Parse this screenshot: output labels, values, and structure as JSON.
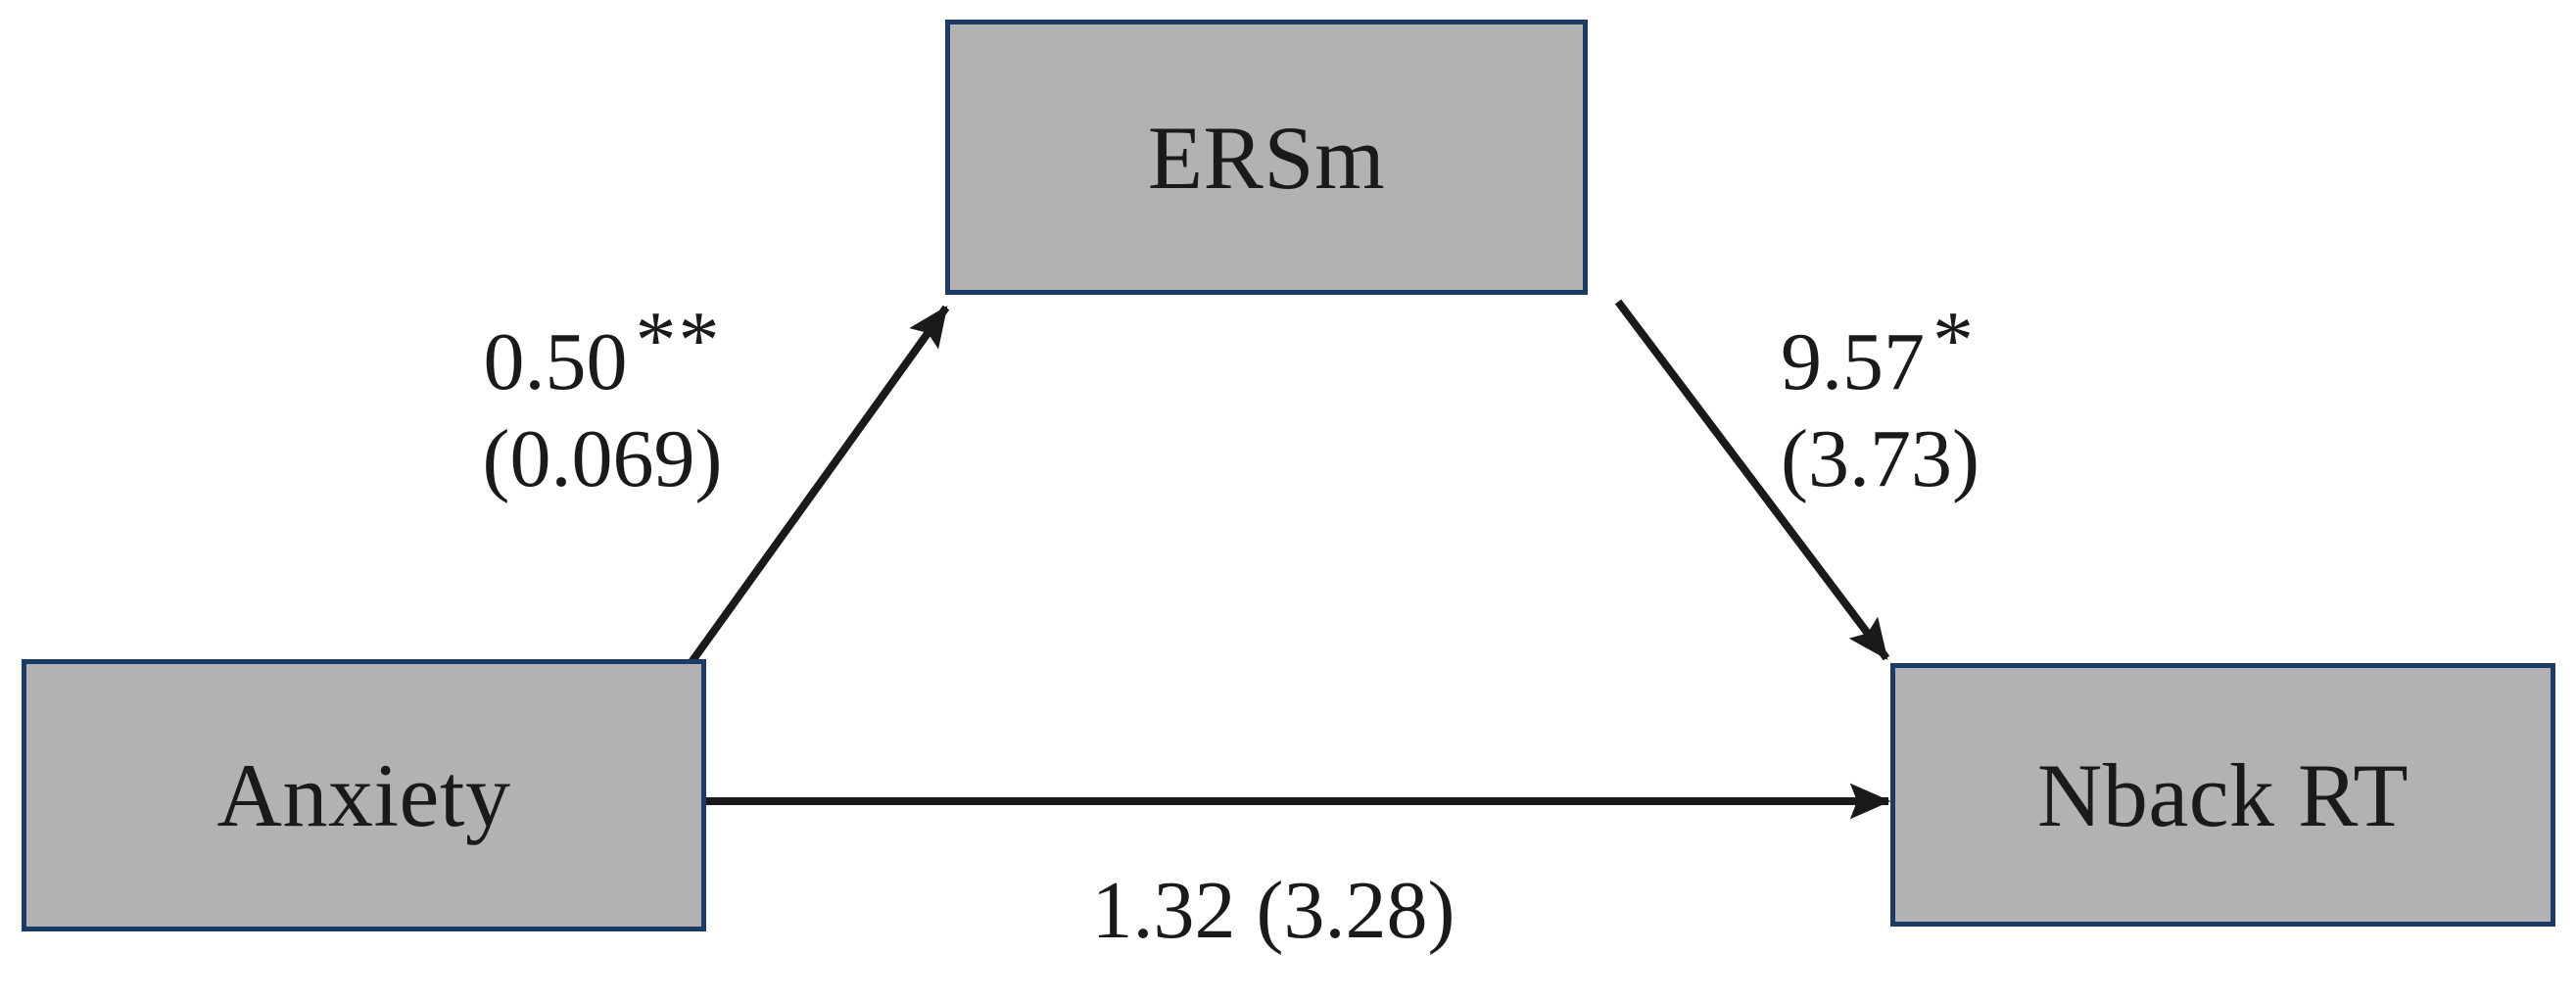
{
  "diagram": {
    "type": "mediation-path-diagram",
    "nodes": [
      {
        "id": "anxiety",
        "label": "Anxiety",
        "role": "predictor"
      },
      {
        "id": "ersm",
        "label": "ERSm",
        "role": "mediator"
      },
      {
        "id": "nback",
        "label": "Nback RT",
        "role": "outcome"
      }
    ],
    "edges": [
      {
        "id": "a-path",
        "from": "Anxiety",
        "to": "ERSm",
        "coefficient": "0.50",
        "stars": "**",
        "standard_error": "(0.069)"
      },
      {
        "id": "b-path",
        "from": "ERSm",
        "to": "Nback RT",
        "coefficient": "9.57",
        "stars": "*",
        "standard_error": "(3.73)"
      },
      {
        "id": "c-path",
        "from": "Anxiety",
        "to": "Nback RT",
        "coefficient": "1.32 (3.28)",
        "stars": "",
        "standard_error": ""
      }
    ],
    "colors": {
      "box_fill": "#b3b1b1",
      "box_border": "#1b3a64",
      "arrow": "#1a1a1a",
      "text": "#1a1a1a",
      "background": "#ffffff"
    }
  }
}
